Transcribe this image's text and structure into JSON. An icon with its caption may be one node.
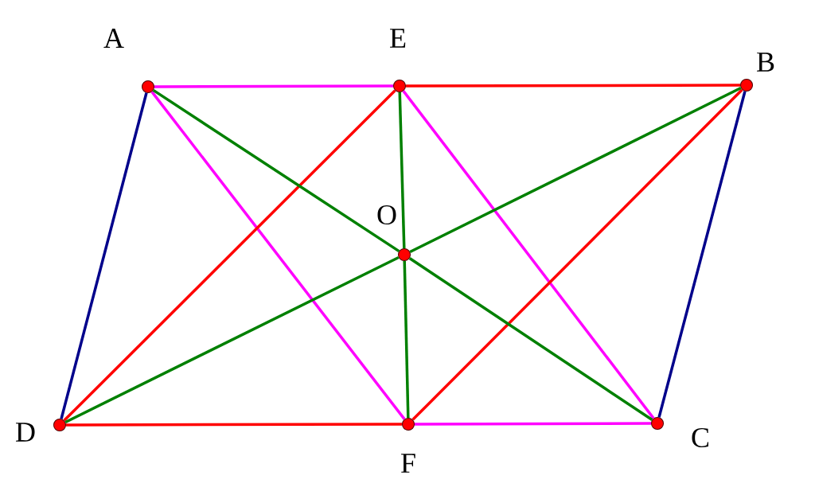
{
  "diagram": {
    "nodes": [
      {
        "text": [],
        "shape": "circle",
        "beside": [
          "A"
        ]
      },
      {
        "text": [],
        "shape": "circle",
        "beside": [
          "E"
        ]
      },
      {
        "text": [],
        "shape": "circle",
        "beside": [
          "B"
        ]
      },
      {
        "text": [],
        "shape": "circle",
        "beside": [
          "O"
        ]
      },
      {
        "text": [],
        "shape": "circle",
        "beside": [
          "D"
        ]
      },
      {
        "text": [],
        "shape": "circle",
        "beside": [
          "F"
        ]
      },
      {
        "text": [],
        "shape": "circle",
        "beside": [
          "C"
        ]
      }
    ],
    "edges": [
      {
        "from": 0,
        "to": 1,
        "arrow": "none",
        "color": "#ff00ff"
      },
      {
        "from": 1,
        "to": 2,
        "arrow": "none",
        "color": "#ff0000"
      },
      {
        "from": 0,
        "to": 4,
        "arrow": "none",
        "color": "#00008b"
      },
      {
        "from": 2,
        "to": 6,
        "arrow": "none",
        "color": "#00008b"
      },
      {
        "from": 4,
        "to": 5,
        "arrow": "none",
        "color": "#ff0000"
      },
      {
        "from": 5,
        "to": 6,
        "arrow": "none",
        "color": "#ff00ff"
      },
      {
        "from": 0,
        "to": 5,
        "arrow": "none",
        "color": "#ff00ff"
      },
      {
        "from": 1,
        "to": 6,
        "arrow": "none",
        "color": "#ff00ff"
      },
      {
        "from": 1,
        "to": 4,
        "arrow": "none",
        "color": "#ff0000"
      },
      {
        "from": 2,
        "to": 5,
        "arrow": "none",
        "color": "#ff0000"
      },
      {
        "from": 0,
        "to": 3,
        "arrow": "none",
        "color": "#008000"
      },
      {
        "from": 3,
        "to": 6,
        "arrow": "none",
        "color": "#008000"
      },
      {
        "from": 4,
        "to": 3,
        "arrow": "none",
        "color": "#008000"
      },
      {
        "from": 3,
        "to": 2,
        "arrow": "none",
        "color": "#008000"
      },
      {
        "from": 1,
        "to": 3,
        "arrow": "none",
        "color": "#008000"
      },
      {
        "from": 3,
        "to": 5,
        "arrow": "none",
        "color": "#008000"
      }
    ]
  }
}
